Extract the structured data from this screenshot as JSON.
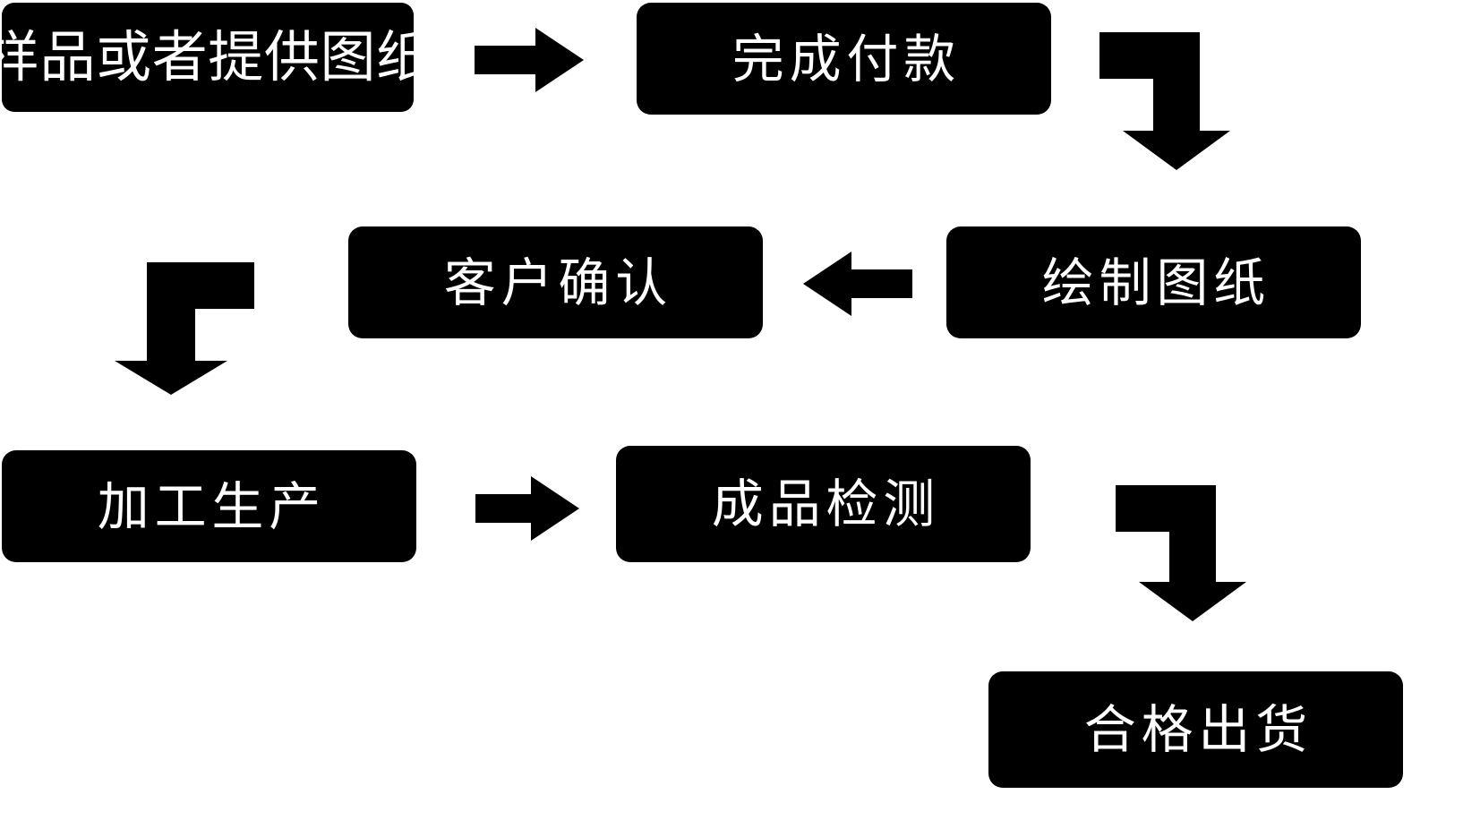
{
  "diagram": {
    "title": "",
    "type": "flowchart",
    "background_color": "#ffffff",
    "node_fill_color": "#000000",
    "node_text_color": "#ffffff",
    "arrow_color": "#000000",
    "nodes": [
      {
        "id": "n1",
        "label": "样品或者提供图纸",
        "order": 1
      },
      {
        "id": "n2",
        "label": "完成付款",
        "order": 2
      },
      {
        "id": "n3",
        "label": "绘制图纸",
        "order": 3
      },
      {
        "id": "n4",
        "label": "客户确认",
        "order": 4
      },
      {
        "id": "n5",
        "label": "加工生产",
        "order": 5
      },
      {
        "id": "n6",
        "label": "成品检测",
        "order": 6
      },
      {
        "id": "n7",
        "label": "合格出货",
        "order": 7
      }
    ],
    "connectors": [
      {
        "id": "c1",
        "from": "n1",
        "to": "n2",
        "shape": "straight-right",
        "direction": "right"
      },
      {
        "id": "c2",
        "from": "n2",
        "to": "n3",
        "shape": "elbow-right-down",
        "direction": "down"
      },
      {
        "id": "c3",
        "from": "n3",
        "to": "n4",
        "shape": "straight-left",
        "direction": "left"
      },
      {
        "id": "c4",
        "from": "n4",
        "to": "n5",
        "shape": "elbow-left-down",
        "direction": "down"
      },
      {
        "id": "c5",
        "from": "n5",
        "to": "n6",
        "shape": "straight-right",
        "direction": "right"
      },
      {
        "id": "c6",
        "from": "n6",
        "to": "n7",
        "shape": "elbow-right-down",
        "direction": "down"
      }
    ]
  }
}
